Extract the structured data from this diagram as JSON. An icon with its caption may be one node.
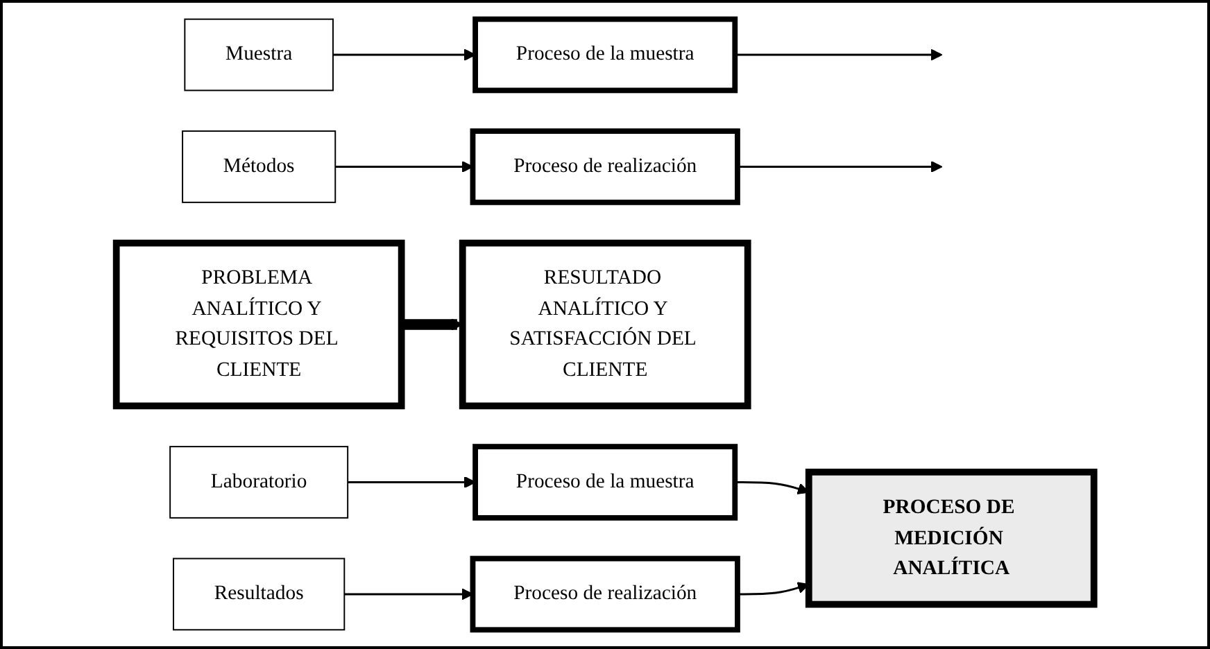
{
  "diagram": {
    "nodes": [
      {
        "text": [
          "Muestra"
        ]
      },
      {
        "text": [
          "Métodos"
        ]
      },
      {
        "text": [
          "Proceso de la muestra"
        ]
      },
      {
        "text": [
          "Proceso de realización"
        ]
      },
      {
        "text": [
          "PROBLEMA ANALÍTICO Y REQUISITOS DEL CLIENTE"
        ]
      },
      {
        "text": [
          "PROCESO DE MEDICIÓN ANALÍTICA"
        ]
      },
      {
        "text": [
          "RESULTADO ANALÍTICO Y SATISFACCIÓN DEL CLIENTE"
        ]
      },
      {
        "text": [
          "Proceso de la muestra"
        ]
      },
      {
        "text": [
          "Proceso de realización"
        ]
      },
      {
        "text": [
          "Laboratorio"
        ]
      },
      {
        "text": [
          "Resultados"
        ]
      }
    ],
    "edges": [
      {
        "from": 0,
        "to": 2,
        "arrow": "to"
      },
      {
        "from": 1,
        "to": 3,
        "arrow": "to"
      },
      {
        "from": 2,
        "to": null,
        "arrow": "to"
      },
      {
        "from": 3,
        "to": null,
        "arrow": "to"
      },
      {
        "from": 4,
        "to": 6,
        "arrow": "to",
        "style": "thick"
      },
      {
        "from": 7,
        "to": 5,
        "arrow": "to"
      },
      {
        "from": 8,
        "to": 5,
        "arrow": "to"
      },
      {
        "from": 9,
        "to": 7,
        "arrow": "to"
      },
      {
        "from": 10,
        "to": 8,
        "arrow": "to"
      }
    ]
  }
}
